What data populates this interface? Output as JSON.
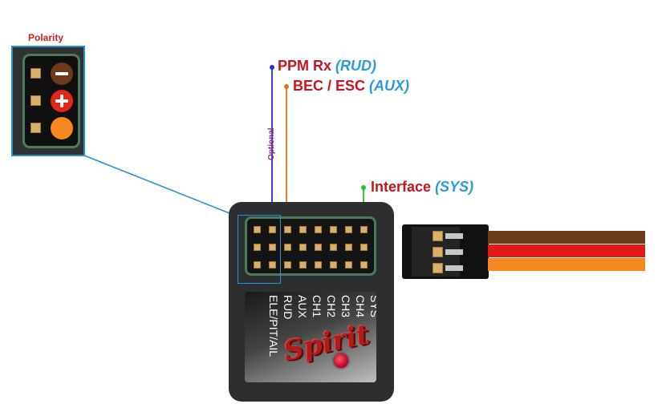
{
  "polarity": {
    "title": "Polarity",
    "pins": [
      {
        "symbol": "minus-icon",
        "color": "#6b3a18"
      },
      {
        "symbol": "plus-icon",
        "color": "#e1261c"
      },
      {
        "symbol": "signal-icon",
        "color": "#f5891f"
      }
    ]
  },
  "callouts": {
    "ppm": {
      "main": "PPM Rx",
      "paren": "(RUD)",
      "line_color": "#2a2ad0"
    },
    "bec": {
      "main": "BEC / ESC",
      "paren": "(AUX)",
      "line_color": "#e0711f"
    },
    "interface": {
      "main": "Interface",
      "paren": "(SYS)",
      "line_color": "#22c322"
    },
    "optional": "Optional"
  },
  "device": {
    "channel_labels": [
      "SYS",
      "CH4",
      "CH3",
      "CH2",
      "CH1",
      "AUX",
      "RUD",
      "ELE/PIT/AIL"
    ],
    "logo_text": "Spirit",
    "colors": {
      "body": "#2d2e30",
      "pin": "#d9b06a",
      "header_border": "#4d7a5b",
      "led": "#c8102e"
    }
  },
  "cable": {
    "wire_colors": [
      "#6b3a18",
      "#e31818",
      "#f5891f"
    ]
  },
  "highlight_color": "#2b8fd6"
}
